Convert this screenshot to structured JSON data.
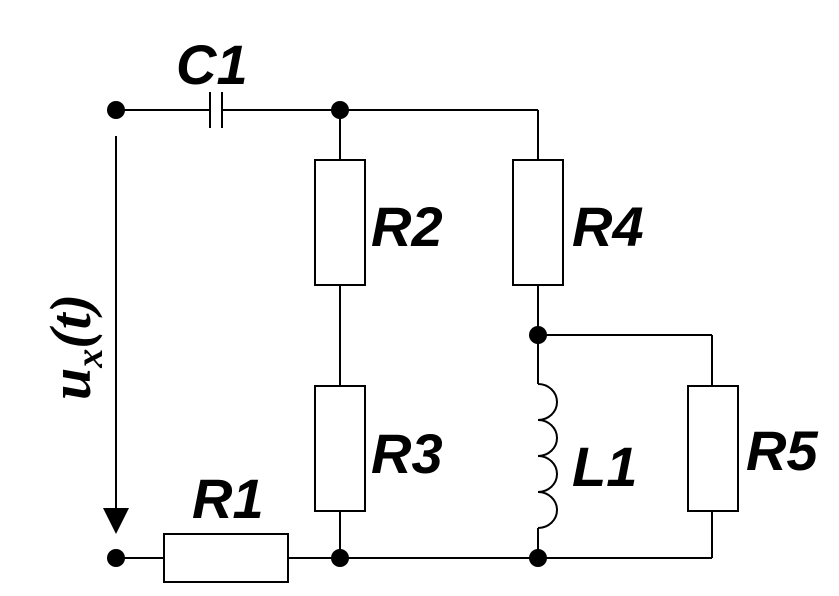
{
  "labels": {
    "c1": "C1",
    "r1": "R1",
    "r2": "R2",
    "r3": "R3",
    "r4": "R4",
    "r5": "R5",
    "l1": "L1",
    "voltage_main": "u",
    "voltage_sub": "x",
    "voltage_arg": "(t)"
  }
}
